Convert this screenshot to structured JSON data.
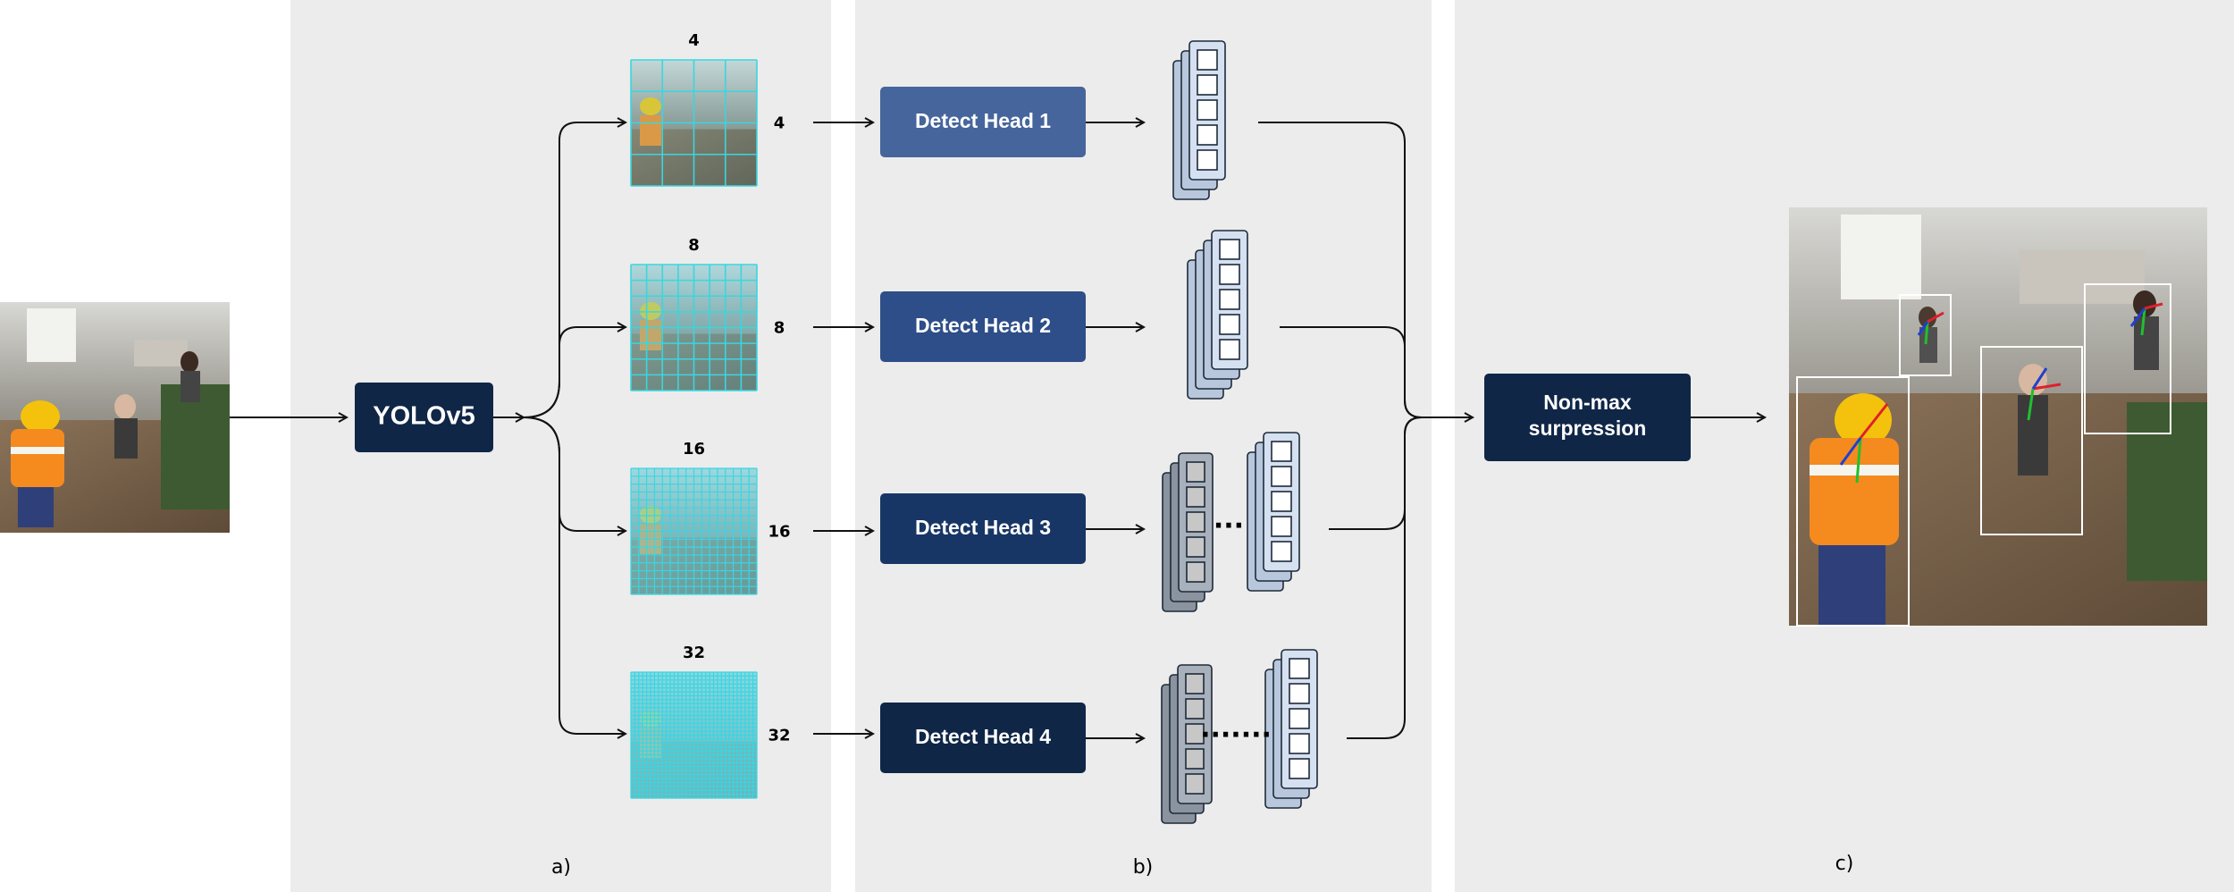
{
  "backbone": {
    "label": "YOLOv5"
  },
  "grids": [
    {
      "top": "4",
      "side": "4",
      "cells": 4
    },
    {
      "top": "8",
      "side": "8",
      "cells": 8
    },
    {
      "top": "16",
      "side": "16",
      "cells": 16
    },
    {
      "top": "32",
      "side": "32",
      "cells": 32
    }
  ],
  "heads": [
    {
      "label": "Detect Head 1",
      "color": "#46659c"
    },
    {
      "label": "Detect Head 2",
      "color": "#2d4e88"
    },
    {
      "label": "Detect Head 3",
      "color": "#183665"
    },
    {
      "label": "Detect Head 4",
      "color": "#0f2647"
    }
  ],
  "nms": {
    "line1": "Non-max",
    "line2": "surpression",
    "color": "#0f2647"
  },
  "ellipses": {
    "head3": "···",
    "head4": "·······"
  },
  "panel_labels": {
    "a": "a)",
    "b": "b)",
    "c": "c)"
  },
  "colors": {
    "backbone": "#0f2647",
    "grid_line": "#3ad6e0",
    "panel_bg": "#ececec"
  }
}
